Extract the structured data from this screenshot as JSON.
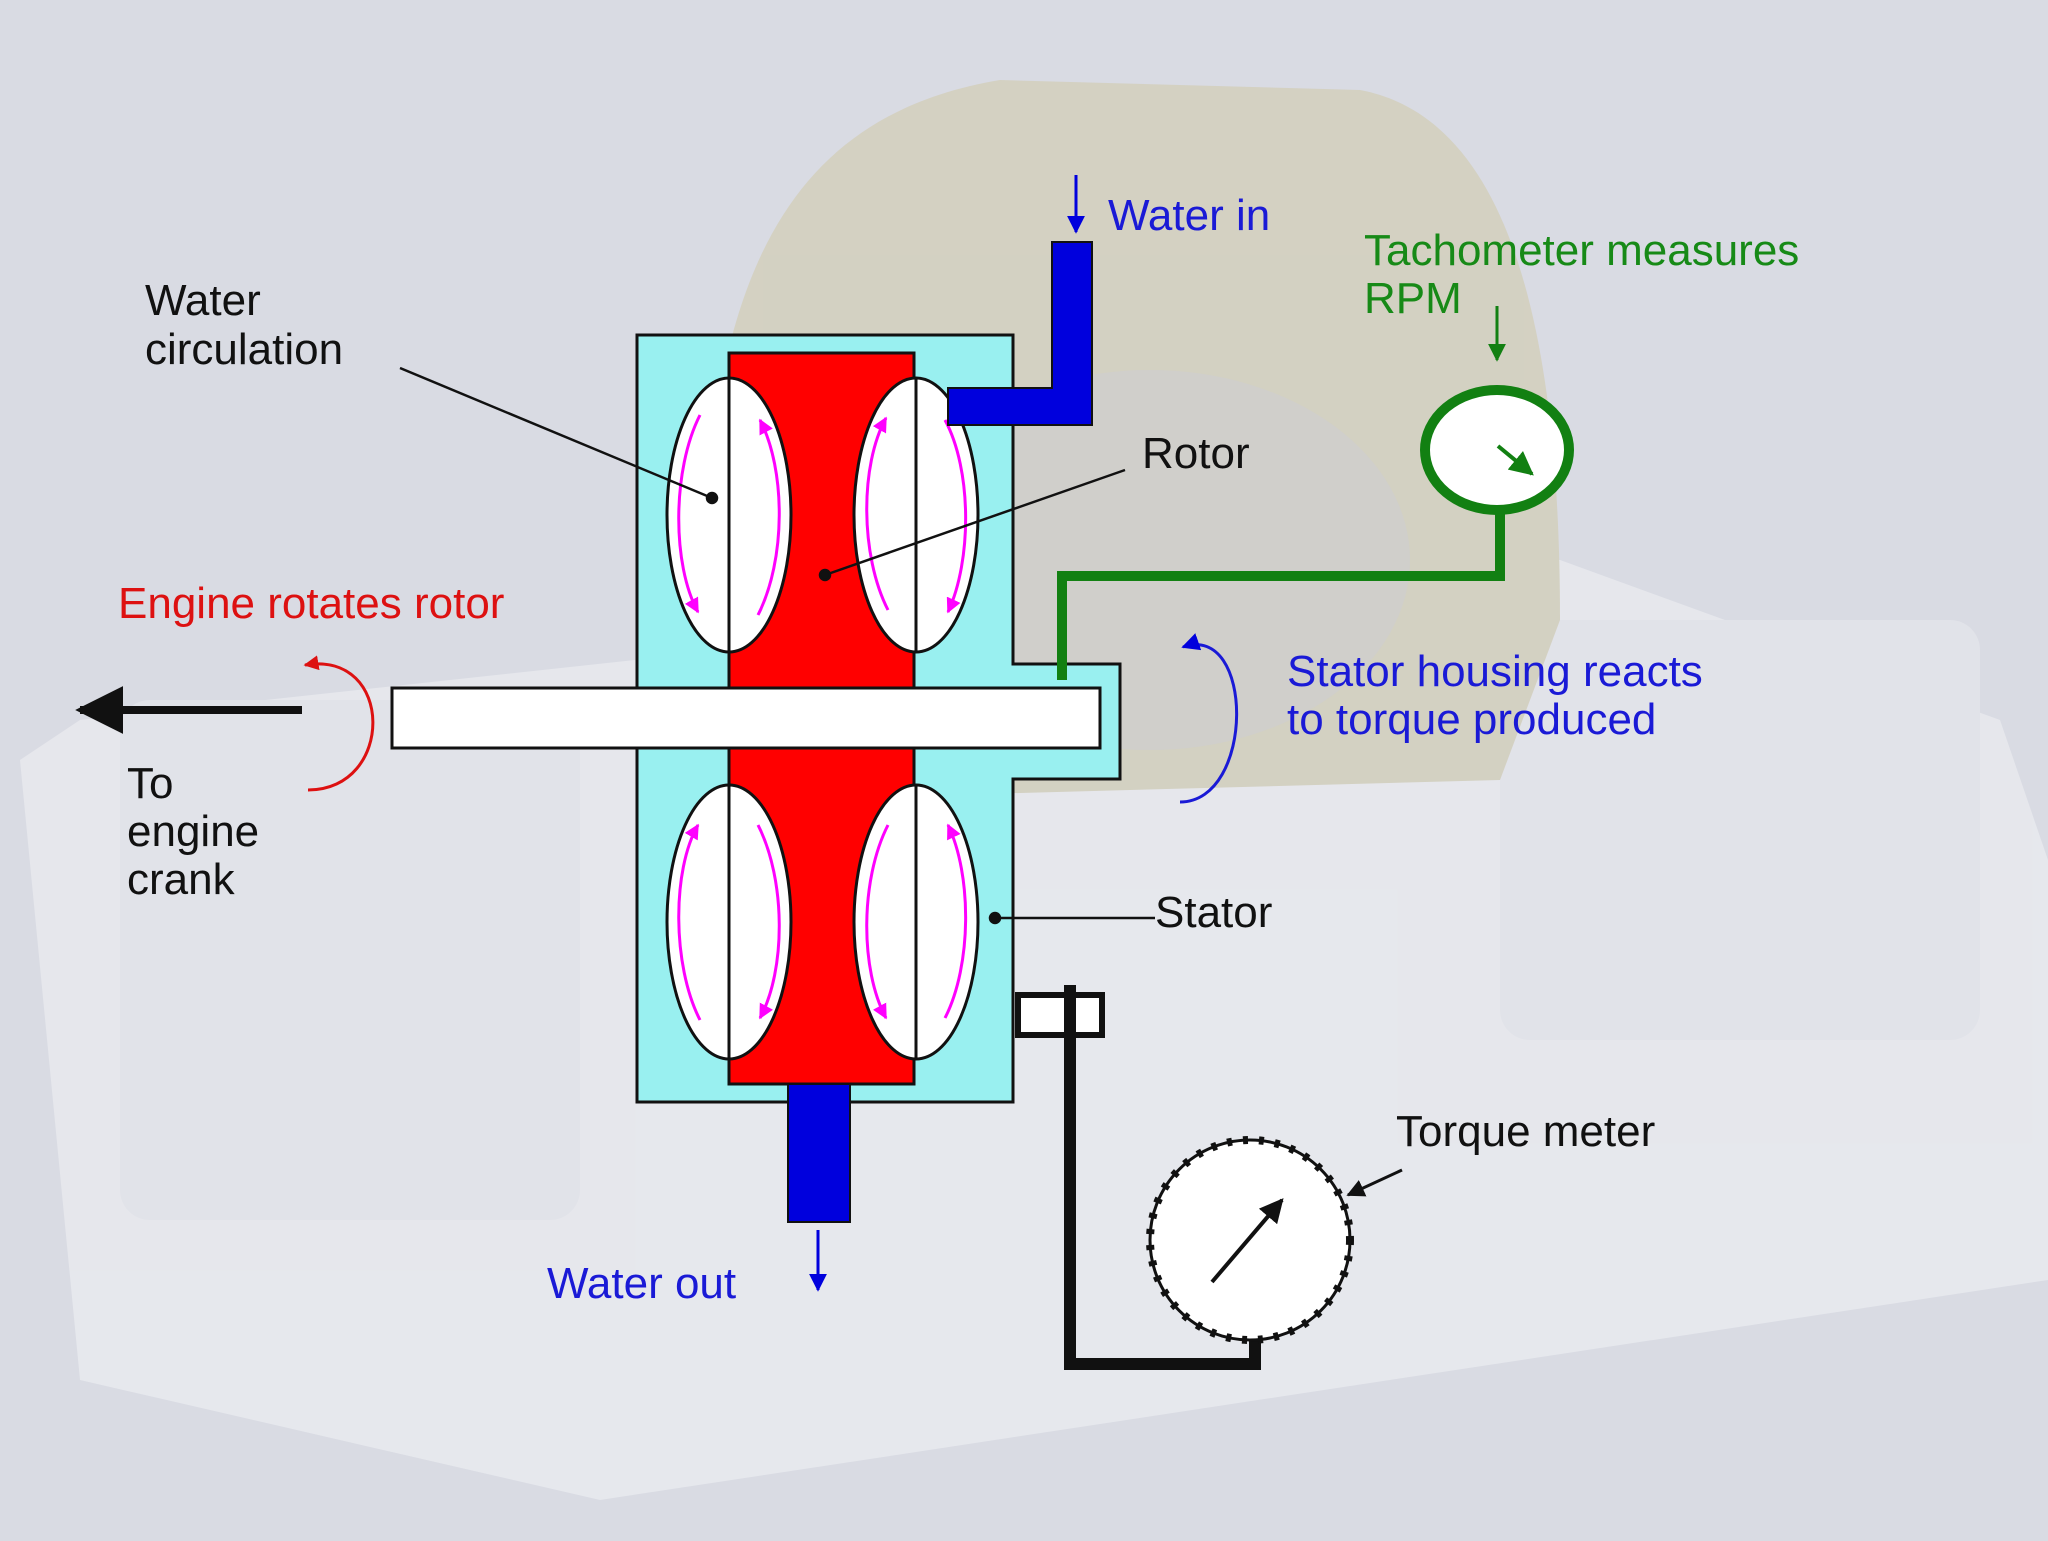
{
  "labels": {
    "water_in": "Water in",
    "tachometer_line1": "Tachometer measures",
    "tachometer_line2": "RPM",
    "water_circulation_line1": "Water",
    "water_circulation_line2": "circulation",
    "rotor": "Rotor",
    "engine_rotates_rotor": "Engine rotates rotor",
    "stator_housing_line1": "Stator housing reacts",
    "stator_housing_line2": "to torque produced",
    "to_engine_line1": "To",
    "to_engine_line2": "engine",
    "to_engine_line3": "crank",
    "stator": "Stator",
    "torque_meter": "Torque meter",
    "water_out": "Water out"
  },
  "colors": {
    "background": "#d9dbe3",
    "housing": "#99f0f0",
    "rotor": "#ff0000",
    "water_pipe": "#0000dd",
    "tachometer": "#128012",
    "flow_arrows": "#ff00ff",
    "label_black": "#111111",
    "label_blue": "#1a1ad6",
    "label_red": "#dd1111",
    "label_green": "#178a17"
  }
}
